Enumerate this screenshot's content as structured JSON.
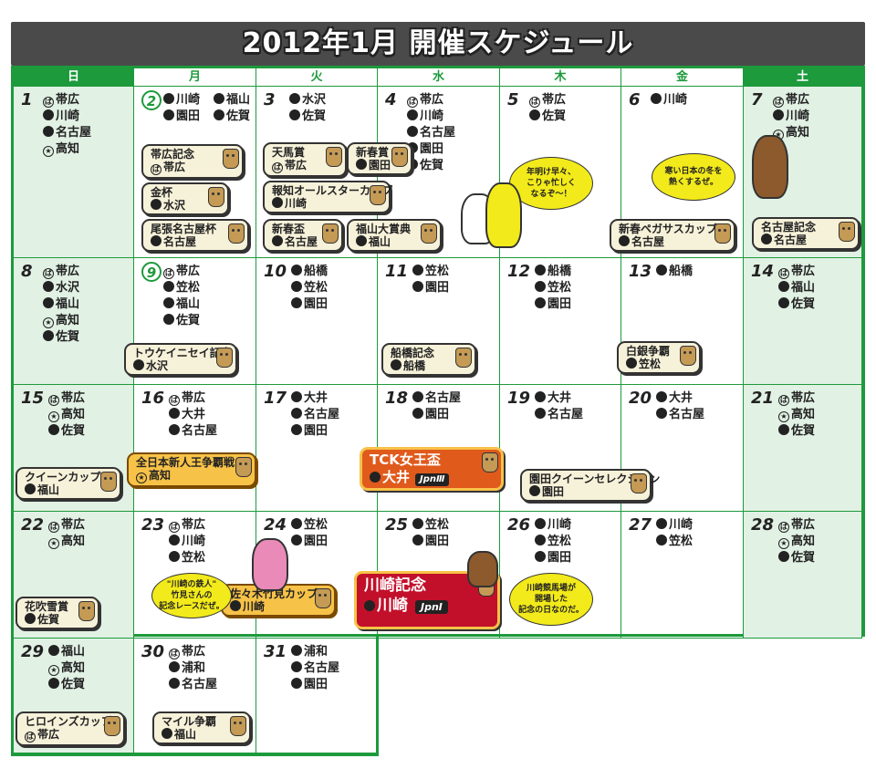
{
  "title": "2012年1月 開催スケジュール",
  "weekdays": [
    "日",
    "月",
    "火",
    "水",
    "木",
    "金",
    "土"
  ],
  "markers": {
    "ban": "ば",
    "star": "★"
  },
  "colors": {
    "green": "#1d9a3c",
    "weekend": "#e1f1e4",
    "title_bg": "#4a4a4a",
    "race_tag": "#f6f1d9",
    "gold": "#f7c248",
    "orange": "#e05a1c",
    "red": "#c2102a",
    "bubble": "#f2ea1a"
  },
  "days": [
    {
      "d": "1",
      "v": [
        [
          "ban",
          "帯広"
        ],
        [
          "dot",
          "川崎"
        ],
        [
          "dot",
          "名古屋"
        ],
        [
          "star",
          "高知"
        ]
      ],
      "races": []
    },
    {
      "d": "2",
      "holiday": true,
      "v": [
        [
          "dot",
          "川崎"
        ],
        [
          "dot",
          "福山"
        ],
        [
          "dot",
          "園田"
        ],
        [
          "dot",
          "佐賀"
        ]
      ],
      "races": [
        {
          "n": "帯広記念",
          "v": "帯広",
          "m": "ban"
        },
        {
          "n": "金杯",
          "v": "水沢",
          "m": "dot"
        },
        {
          "n": "尾張名古屋杯",
          "v": "名古屋",
          "m": "dot"
        }
      ]
    },
    {
      "d": "3",
      "v": [
        [
          "dot",
          "水沢"
        ],
        [
          "dot",
          "佐賀"
        ]
      ],
      "races": [
        {
          "n": "天馬賞",
          "v": "帯広",
          "m": "ban"
        },
        {
          "n": "新春賞",
          "v": "園田",
          "m": "dot"
        },
        {
          "n": "報知オールスターカップ",
          "v": "川崎",
          "m": "dot"
        },
        {
          "n": "新春盃",
          "v": "名古屋",
          "m": "dot"
        },
        {
          "n": "福山大賞典",
          "v": "福山",
          "m": "dot"
        }
      ]
    },
    {
      "d": "4",
      "v": [
        [
          "ban",
          "帯広"
        ],
        [
          "dot",
          "川崎"
        ],
        [
          "dot",
          "名古屋"
        ],
        [
          "dot",
          "園田"
        ],
        [
          "dot",
          "佐賀"
        ]
      ],
      "races": []
    },
    {
      "d": "5",
      "v": [
        [
          "ban",
          "帯広"
        ],
        [
          "dot",
          "佐賀"
        ]
      ],
      "races": []
    },
    {
      "d": "6",
      "v": [
        [
          "dot",
          "川崎"
        ]
      ],
      "races": [
        {
          "n": "新春ペガサスカップ",
          "v": "名古屋",
          "m": "dot"
        }
      ]
    },
    {
      "d": "7",
      "v": [
        [
          "ban",
          "帯広"
        ],
        [
          "dot",
          "川崎"
        ],
        [
          "star",
          "高知"
        ]
      ],
      "races": [
        {
          "n": "名古屋記念",
          "v": "名古屋",
          "m": "dot"
        }
      ]
    },
    {
      "d": "8",
      "v": [
        [
          "ban",
          "帯広"
        ],
        [
          "dot",
          "水沢"
        ],
        [
          "dot",
          "福山"
        ],
        [
          "star",
          "高知"
        ],
        [
          "dot",
          "佐賀"
        ]
      ],
      "races": []
    },
    {
      "d": "9",
      "holiday": true,
      "v": [
        [
          "ban",
          "帯広"
        ],
        [
          "dot",
          "笠松"
        ],
        [
          "dot",
          "福山"
        ],
        [
          "dot",
          "佐賀"
        ]
      ],
      "races": [
        {
          "n": "トウケイニセイ記念",
          "v": "水沢",
          "m": "dot"
        }
      ]
    },
    {
      "d": "10",
      "v": [
        [
          "dot",
          "船橋"
        ],
        [
          "dot",
          "笠松"
        ],
        [
          "dot",
          "園田"
        ]
      ],
      "races": []
    },
    {
      "d": "11",
      "v": [
        [
          "dot",
          "笠松"
        ],
        [
          "dot",
          "園田"
        ]
      ],
      "races": [
        {
          "n": "船橋記念",
          "v": "船橋",
          "m": "dot"
        }
      ]
    },
    {
      "d": "12",
      "v": [
        [
          "dot",
          "船橋"
        ],
        [
          "dot",
          "笠松"
        ],
        [
          "dot",
          "園田"
        ]
      ],
      "races": []
    },
    {
      "d": "13",
      "v": [
        [
          "dot",
          "船橋"
        ]
      ],
      "races": [
        {
          "n": "白銀争覇",
          "v": "笠松",
          "m": "dot"
        }
      ]
    },
    {
      "d": "14",
      "v": [
        [
          "ban",
          "帯広"
        ],
        [
          "dot",
          "福山"
        ],
        [
          "dot",
          "佐賀"
        ]
      ],
      "races": []
    },
    {
      "d": "15",
      "v": [
        [
          "ban",
          "帯広"
        ],
        [
          "star",
          "高知"
        ],
        [
          "dot",
          "佐賀"
        ]
      ],
      "races": [
        {
          "n": "クイーンカップ",
          "v": "福山",
          "m": "dot"
        }
      ]
    },
    {
      "d": "16",
      "v": [
        [
          "ban",
          "帯広"
        ],
        [
          "dot",
          "大井"
        ],
        [
          "dot",
          "名古屋"
        ]
      ],
      "races": [
        {
          "n": "全日本新人王争覇戦",
          "v": "高知",
          "m": "star"
        }
      ]
    },
    {
      "d": "17",
      "v": [
        [
          "dot",
          "大井"
        ],
        [
          "dot",
          "名古屋"
        ],
        [
          "dot",
          "園田"
        ]
      ],
      "races": []
    },
    {
      "d": "18",
      "v": [
        [
          "dot",
          "名古屋"
        ],
        [
          "dot",
          "園田"
        ]
      ],
      "races": [
        {
          "n": "TCK女王盃",
          "v": "大井",
          "m": "dot",
          "grade": "JpnⅢ"
        }
      ]
    },
    {
      "d": "19",
      "v": [
        [
          "dot",
          "大井"
        ],
        [
          "dot",
          "名古屋"
        ]
      ],
      "races": [
        {
          "n": "園田クイーンセレクション",
          "v": "園田",
          "m": "dot"
        }
      ]
    },
    {
      "d": "20",
      "v": [
        [
          "dot",
          "大井"
        ],
        [
          "dot",
          "名古屋"
        ]
      ],
      "races": []
    },
    {
      "d": "21",
      "v": [
        [
          "ban",
          "帯広"
        ],
        [
          "star",
          "高知"
        ],
        [
          "dot",
          "佐賀"
        ]
      ],
      "races": []
    },
    {
      "d": "22",
      "v": [
        [
          "ban",
          "帯広"
        ],
        [
          "star",
          "高知"
        ]
      ],
      "races": [
        {
          "n": "花吹雪賞",
          "v": "佐賀",
          "m": "dot"
        }
      ]
    },
    {
      "d": "23",
      "v": [
        [
          "ban",
          "帯広"
        ],
        [
          "dot",
          "川崎"
        ],
        [
          "dot",
          "笠松"
        ]
      ],
      "races": [
        {
          "n": "佐々木竹見カップ",
          "v": "川崎",
          "m": "dot"
        }
      ]
    },
    {
      "d": "24",
      "v": [
        [
          "dot",
          "笠松"
        ],
        [
          "dot",
          "園田"
        ]
      ],
      "races": []
    },
    {
      "d": "25",
      "v": [
        [
          "dot",
          "笠松"
        ],
        [
          "dot",
          "園田"
        ]
      ],
      "races": [
        {
          "n": "川崎記念",
          "v": "川崎",
          "m": "dot",
          "grade": "JpnⅠ"
        }
      ]
    },
    {
      "d": "26",
      "v": [
        [
          "dot",
          "川崎"
        ],
        [
          "dot",
          "笠松"
        ],
        [
          "dot",
          "園田"
        ]
      ],
      "races": []
    },
    {
      "d": "27",
      "v": [
        [
          "dot",
          "川崎"
        ],
        [
          "dot",
          "笠松"
        ]
      ],
      "races": []
    },
    {
      "d": "28",
      "v": [
        [
          "ban",
          "帯広"
        ],
        [
          "star",
          "高知"
        ],
        [
          "dot",
          "佐賀"
        ]
      ],
      "races": []
    },
    {
      "d": "29",
      "v": [
        [
          "dot",
          "福山"
        ],
        [
          "star",
          "高知"
        ],
        [
          "dot",
          "佐賀"
        ]
      ],
      "races": [
        {
          "n": "ヒロインズカップ",
          "v": "帯広",
          "m": "ban"
        }
      ]
    },
    {
      "d": "30",
      "v": [
        [
          "ban",
          "帯広"
        ],
        [
          "dot",
          "浦和"
        ],
        [
          "dot",
          "名古屋"
        ]
      ],
      "races": [
        {
          "n": "マイル争覇",
          "v": "福山",
          "m": "dot"
        }
      ]
    },
    {
      "d": "31",
      "v": [
        [
          "dot",
          "浦和"
        ],
        [
          "dot",
          "名古屋"
        ],
        [
          "dot",
          "園田"
        ]
      ],
      "races": []
    }
  ],
  "bubbles": {
    "b4": [
      "年明け早々、",
      "こりゃ忙しく",
      "なるぞ〜！"
    ],
    "b6": [
      "寒い日本の冬を",
      "熱くするぜ。"
    ],
    "b23": [
      "\"川崎の鉄人\"",
      "竹見さんの",
      "記念レースだぜ。"
    ],
    "b25": [
      "川崎競馬場が",
      "開場した",
      "記念の日なのだ。"
    ]
  }
}
